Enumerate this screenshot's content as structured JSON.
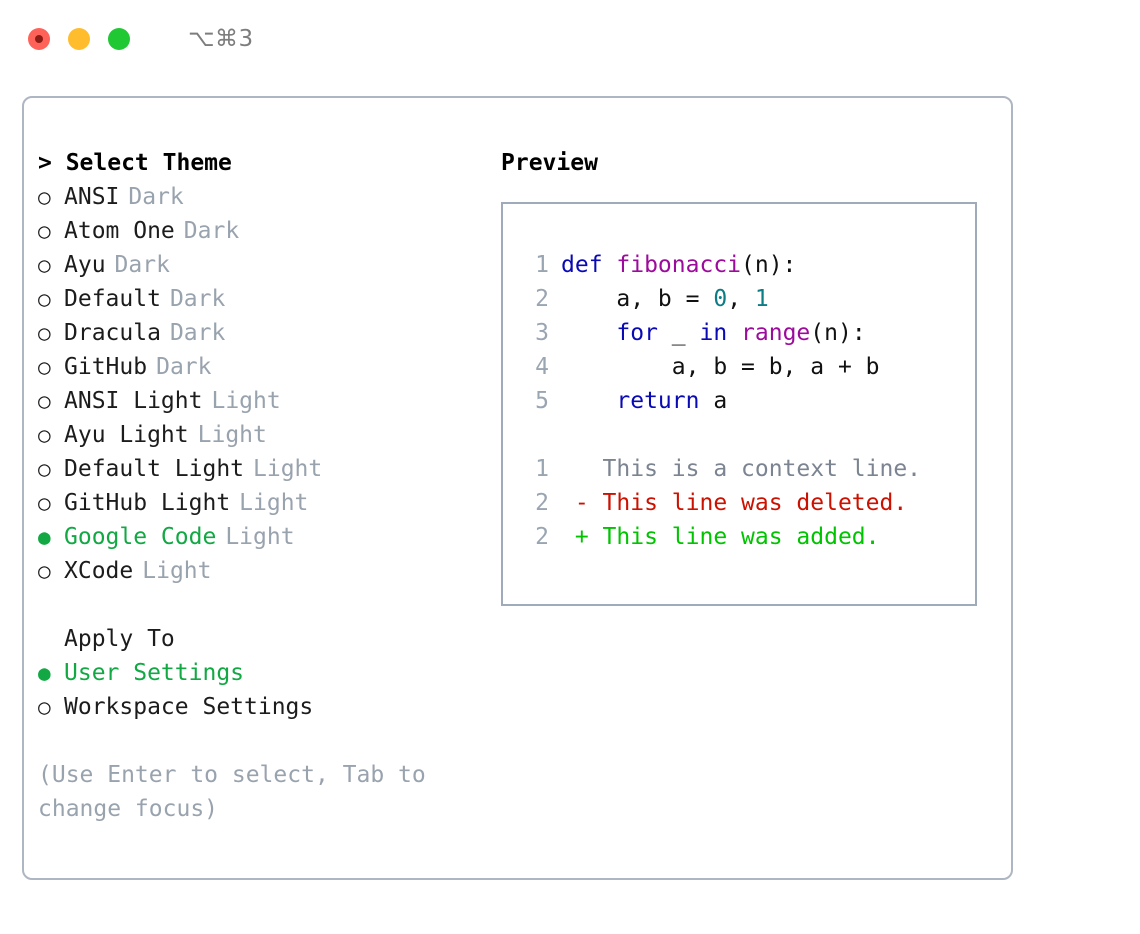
{
  "titlebar": {
    "shortcut": "⌥⌘3",
    "buttons": [
      "close",
      "minimize",
      "maximize"
    ]
  },
  "theme_picker": {
    "header": "> Select Theme",
    "selected_marker": "●",
    "unselected_marker": "○",
    "accent_color": "#12a844",
    "muted_color": "#99a3ae",
    "items": [
      {
        "name": "ANSI",
        "variant": "Dark",
        "selected": false
      },
      {
        "name": "Atom One",
        "variant": "Dark",
        "selected": false
      },
      {
        "name": "Ayu",
        "variant": "Dark",
        "selected": false
      },
      {
        "name": "Default",
        "variant": "Dark",
        "selected": false
      },
      {
        "name": "Dracula",
        "variant": "Dark",
        "selected": false
      },
      {
        "name": "GitHub",
        "variant": "Dark",
        "selected": false
      },
      {
        "name": "ANSI Light",
        "variant": "Light",
        "selected": false
      },
      {
        "name": "Ayu Light",
        "variant": "Light",
        "selected": false
      },
      {
        "name": "Default Light",
        "variant": "Light",
        "selected": false
      },
      {
        "name": "GitHub Light",
        "variant": "Light",
        "selected": false
      },
      {
        "name": "Google Code",
        "variant": "Light",
        "selected": true
      },
      {
        "name": "XCode",
        "variant": "Light",
        "selected": false
      }
    ]
  },
  "apply_to": {
    "header": "Apply To",
    "items": [
      {
        "name": "User Settings",
        "selected": true
      },
      {
        "name": "Workspace Settings",
        "selected": false
      }
    ]
  },
  "hint": "(Use Enter to select, Tab to change focus)",
  "preview": {
    "title": "Preview",
    "code_lines": [
      {
        "number": "1",
        "tokens": [
          {
            "text": "def ",
            "type": "kw"
          },
          {
            "text": "fibonacci",
            "type": "fn"
          },
          {
            "text": "(n):",
            "type": "pl"
          }
        ]
      },
      {
        "number": "2",
        "tokens": [
          {
            "text": "    a, b = ",
            "type": "pl"
          },
          {
            "text": "0",
            "type": "num"
          },
          {
            "text": ", ",
            "type": "pl"
          },
          {
            "text": "1",
            "type": "num"
          }
        ]
      },
      {
        "number": "3",
        "tokens": [
          {
            "text": "    ",
            "type": "pl"
          },
          {
            "text": "for",
            "type": "kw"
          },
          {
            "text": " _ ",
            "type": "pl"
          },
          {
            "text": "in",
            "type": "kw"
          },
          {
            "text": " ",
            "type": "pl"
          },
          {
            "text": "range",
            "type": "fn"
          },
          {
            "text": "(n):",
            "type": "pl"
          }
        ]
      },
      {
        "number": "4",
        "tokens": [
          {
            "text": "        a, b = b, a + b",
            "type": "pl"
          }
        ]
      },
      {
        "number": "5",
        "tokens": [
          {
            "text": "    ",
            "type": "pl"
          },
          {
            "text": "return",
            "type": "kw"
          },
          {
            "text": " a",
            "type": "pl"
          }
        ]
      }
    ],
    "diff_lines": [
      {
        "number": "1",
        "marker": " ",
        "text": "This is a context line.",
        "kind": "context"
      },
      {
        "number": "2",
        "marker": "-",
        "text": "This line was deleted.",
        "kind": "del"
      },
      {
        "number": "2",
        "marker": "+",
        "text": "This line was added.",
        "kind": "add"
      }
    ],
    "colors": {
      "keyword": "#0a0ab5",
      "function": "#9c0b9c",
      "number": "#0c7c85",
      "plain": "#111111",
      "linenumber": "#9aa5b2",
      "diff_context": "#7b8490",
      "diff_deleted": "#cc1100",
      "diff_added": "#00c400"
    }
  }
}
